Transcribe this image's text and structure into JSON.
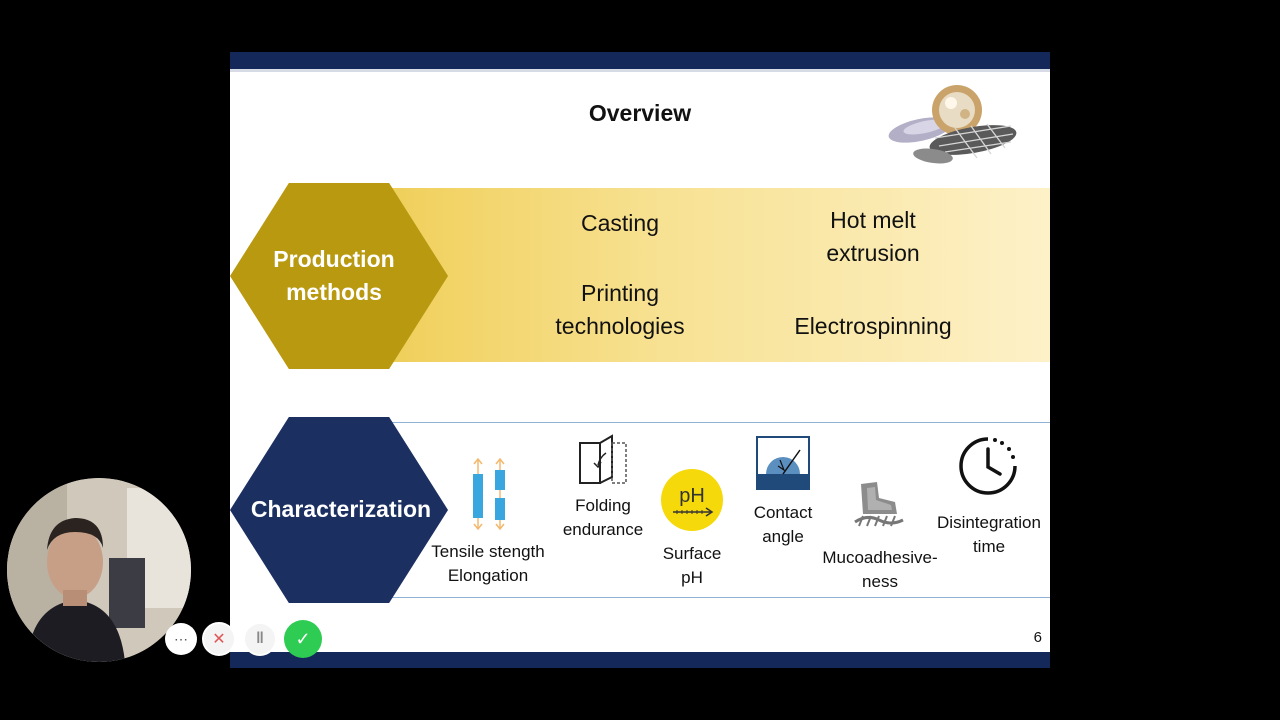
{
  "slide": {
    "title": "Overview",
    "page_number": "6",
    "production": {
      "heading_line1": "Production",
      "heading_line2": "methods",
      "methods": [
        {
          "line1": "Casting",
          "line2": ""
        },
        {
          "line1": "Hot melt",
          "line2": "extrusion"
        },
        {
          "line1": "Printing",
          "line2": "technologies"
        },
        {
          "line1": "Electrospinning",
          "line2": ""
        }
      ]
    },
    "characterization": {
      "heading": "Characterization",
      "items": [
        {
          "label": "Tensile stength\nElongation",
          "icon": "tensile-strips-icon"
        },
        {
          "label": "Folding\nendurance",
          "icon": "folding-paper-icon"
        },
        {
          "label": "Surface\npH",
          "icon": "ph-icon",
          "icon_text": "pH"
        },
        {
          "label": "Contact\nangle",
          "icon": "contact-angle-icon"
        },
        {
          "label": "Mucoadhesive-\nness",
          "icon": "mucoadhesion-icon"
        },
        {
          "label": "Disintegration\ntime",
          "icon": "clock-icon"
        }
      ]
    }
  },
  "controls": {
    "more": "⋯",
    "cancel": "✕",
    "pause": "‖",
    "confirm": "✓"
  },
  "colors": {
    "header_bar": "#15285a",
    "production_hex": "#b89910",
    "characterization_hex": "#1c2f61",
    "confirm_button": "#2ecc52",
    "cancel_icon": "#e05656"
  }
}
